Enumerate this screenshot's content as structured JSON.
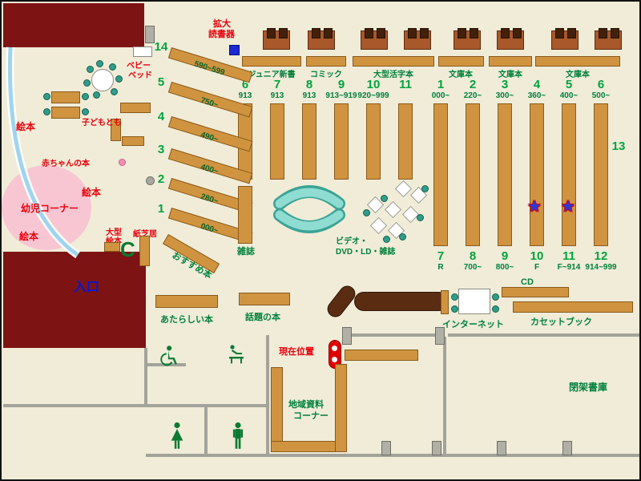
{
  "colors": {
    "background": "#f0ecd8",
    "maroon_area": "#7d1413",
    "shelf_brown": "#d09440",
    "accent_green": "#00813a",
    "accent_red": "#e8000b",
    "accent_blue": "#0018d8",
    "chair_teal": "#2f9d8a",
    "infant_pink": "#f8c6d3",
    "wall_gray": "#a3a39b",
    "counter_brown": "#5a2d12",
    "star_blue": "#2a3bd6",
    "star_outline_red": "#d00018",
    "curved_wall_blue": "#9fd4ee"
  },
  "top": {
    "magnifier_line1": "拡大",
    "magnifier_line2": "読書器",
    "wall_shelves": [
      {
        "label": "ジュニア新書"
      },
      {
        "label": "コミック"
      },
      {
        "label": "大型活字本"
      },
      {
        "label": "文庫本"
      },
      {
        "label": "文庫本"
      },
      {
        "label": "文庫本"
      }
    ]
  },
  "stacks": {
    "left_top": [
      {
        "no": "6",
        "range": "913"
      },
      {
        "no": "7",
        "range": "913"
      },
      {
        "no": "8",
        "range": "913"
      },
      {
        "no": "9",
        "range": "913~919"
      },
      {
        "no": "10",
        "range": "920~999"
      },
      {
        "no": "11",
        "range": ""
      }
    ],
    "right_top": [
      {
        "no": "1",
        "range": "000~"
      },
      {
        "no": "2",
        "range": "220~"
      },
      {
        "no": "3",
        "range": "300~"
      },
      {
        "no": "4",
        "range": "360~"
      },
      {
        "no": "5",
        "range": "400~"
      },
      {
        "no": "6",
        "range": "500~"
      }
    ],
    "right_bottom": [
      {
        "no": "7",
        "range": "R"
      },
      {
        "no": "8",
        "range": "700~"
      },
      {
        "no": "9",
        "range": "800~"
      },
      {
        "no": "10",
        "range": "F"
      },
      {
        "no": "11",
        "range": "F~914"
      },
      {
        "no": "12",
        "range": "914~999"
      }
    ],
    "wall_aisle_no": "13",
    "diagonal": [
      {
        "no": "14",
        "range": "590~599"
      },
      {
        "no": "5",
        "range": "750~"
      },
      {
        "no": "4",
        "range": "490~"
      },
      {
        "no": "3",
        "range": "400~"
      },
      {
        "no": "2",
        "range": "280~"
      },
      {
        "no": "1",
        "range": "000~"
      }
    ],
    "magazine_label": "雑誌",
    "video_label_line1": "ビデオ・",
    "video_label_line2": "DVD・LD・雑誌",
    "recommended_label": "おすすめ本",
    "star_glyph": "★"
  },
  "children": {
    "picture_books_1": "絵本",
    "picture_books_2": "絵本",
    "picture_books_3": "絵本",
    "baby_books": "赤ちゃんの本",
    "infant_corner": "幼児コーナー",
    "kodomo_no_tomo": "子どもとも",
    "baby_bed_line1": "ベビー",
    "baby_bed_line2": "ベッド",
    "large_picture_line1": "大型",
    "large_picture_line2": "絵本",
    "kamishibai": "紙芝居",
    "c_shape": "C"
  },
  "facilities": {
    "entrance": "入口",
    "current_location": "現在位置",
    "new_books": "あたらしい本",
    "topical_books": "話題の本",
    "cd": "CD",
    "internet": "インターネット",
    "cassette_books": "カセットブック",
    "closed_stacks": "閉架書庫",
    "local_line1": "地域資料",
    "local_line2": "コーナー"
  }
}
